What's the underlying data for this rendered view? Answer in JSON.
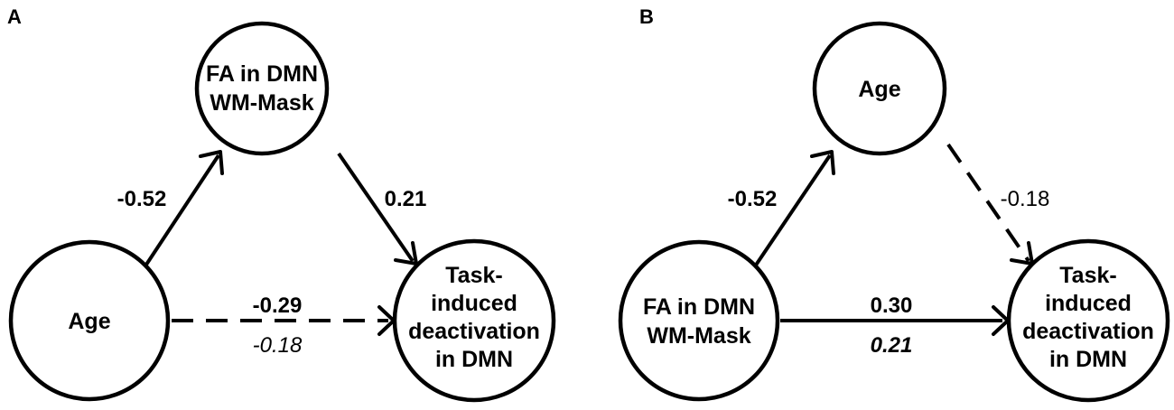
{
  "panels": [
    {
      "label": "A",
      "nodes": {
        "top": [
          "FA in DMN",
          "WM-Mask"
        ],
        "left": [
          "Age"
        ],
        "right": [
          "Task-",
          "induced",
          "deactivation",
          "in DMN"
        ]
      },
      "edges": {
        "left_to_top": {
          "coefficient": "-0.52",
          "style": "solid"
        },
        "top_to_right": {
          "coefficient": "0.21",
          "style": "solid"
        },
        "left_to_right": {
          "coefficient": "-0.29",
          "coefficient_secondary": "-0.18",
          "style": "dashed"
        }
      }
    },
    {
      "label": "B",
      "nodes": {
        "top": [
          "Age"
        ],
        "left": [
          "FA in DMN",
          "WM-Mask"
        ],
        "right": [
          "Task-",
          "induced",
          "deactivation",
          "in DMN"
        ]
      },
      "edges": {
        "left_to_top": {
          "coefficient": "-0.52",
          "style": "solid"
        },
        "top_to_right": {
          "coefficient": "-0.18",
          "style": "dashed"
        },
        "left_to_right": {
          "coefficient": "0.30",
          "coefficient_secondary": "0.21",
          "style": "solid"
        }
      }
    }
  ]
}
